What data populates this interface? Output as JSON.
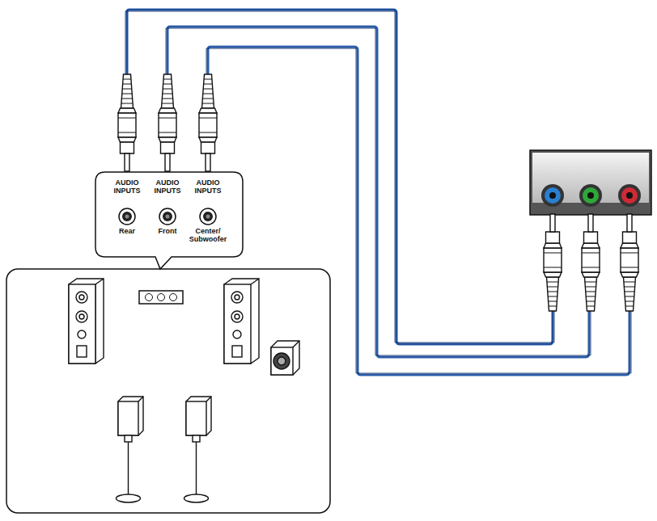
{
  "diagram": {
    "nodes": [
      {
        "text": [
          "AUDIO INPUTS",
          "AUDIO INPUTS",
          "AUDIO INPUTS",
          "Rear",
          "Front",
          "Center/ Subwoofer"
        ]
      }
    ]
  }
}
